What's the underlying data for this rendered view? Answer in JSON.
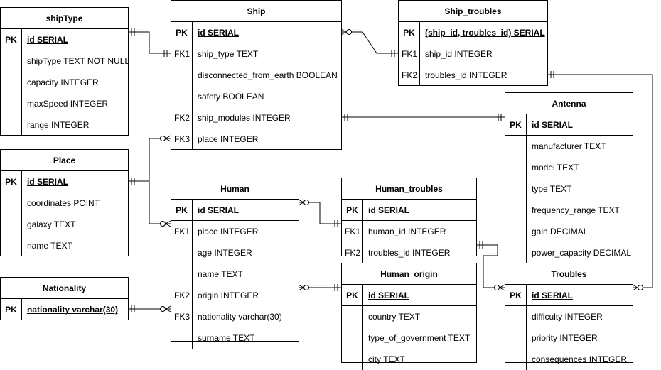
{
  "diagram": {
    "entities": {
      "shiptype": {
        "name": "shipType",
        "rows": [
          {
            "key": "PK",
            "attr": "id SERIAL",
            "pk": true
          },
          {
            "key": "",
            "attr": "shipType TEXT NOT NULL"
          },
          {
            "key": "",
            "attr": "capacity INTEGER"
          },
          {
            "key": "",
            "attr": "maxSpeed INTEGER"
          },
          {
            "key": "",
            "attr": "range INTEGER"
          }
        ]
      },
      "ship": {
        "name": "Ship",
        "rows": [
          {
            "key": "PK",
            "attr": "id SERIAL",
            "pk": true
          },
          {
            "key": "FK1",
            "attr": "ship_type TEXT"
          },
          {
            "key": "",
            "attr": "disconnected_from_earth BOOLEAN"
          },
          {
            "key": "",
            "attr": "safety BOOLEAN"
          },
          {
            "key": "FK2",
            "attr": "ship_modules INTEGER"
          },
          {
            "key": "FK3",
            "attr": "place INTEGER"
          }
        ]
      },
      "ship-troubles": {
        "name": "Ship_troubles",
        "rows": [
          {
            "key": "PK",
            "attr": "(ship_id, troubles_id) SERIAL",
            "pk": true
          },
          {
            "key": "FK1",
            "attr": "ship_id INTEGER"
          },
          {
            "key": "FK2",
            "attr": "troubles_id INTEGER"
          }
        ]
      },
      "antenna": {
        "name": "Antenna",
        "rows": [
          {
            "key": "PK",
            "attr": "id SERIAL",
            "pk": true
          },
          {
            "key": "",
            "attr": "manufacturer TEXT"
          },
          {
            "key": "",
            "attr": "model TEXT"
          },
          {
            "key": "",
            "attr": "type TEXT"
          },
          {
            "key": "",
            "attr": "frequency_range TEXT"
          },
          {
            "key": "",
            "attr": "gain DECIMAL"
          },
          {
            "key": "",
            "attr": "power_capacity DECIMAL"
          }
        ]
      },
      "place": {
        "name": "Place",
        "rows": [
          {
            "key": "PK",
            "attr": "id SERIAL",
            "pk": true
          },
          {
            "key": "",
            "attr": "coordinates POINT"
          },
          {
            "key": "",
            "attr": "galaxy TEXT"
          },
          {
            "key": "",
            "attr": "name TEXT"
          }
        ]
      },
      "human": {
        "name": "Human",
        "rows": [
          {
            "key": "PK",
            "attr": "id SERIAL",
            "pk": true
          },
          {
            "key": "FK1",
            "attr": "place INTEGER"
          },
          {
            "key": "",
            "attr": "age INTEGER"
          },
          {
            "key": "",
            "attr": "name TEXT"
          },
          {
            "key": "FK2",
            "attr": "origin INTEGER"
          },
          {
            "key": "FK3",
            "attr": "nationality varchar(30)"
          },
          {
            "key": "",
            "attr": "surname TEXT"
          }
        ]
      },
      "human-troubles": {
        "name": "Human_troubles",
        "rows": [
          {
            "key": "PK",
            "attr": "id SERIAL",
            "pk": true
          },
          {
            "key": "FK1",
            "attr": "human_id INTEGER"
          },
          {
            "key": "FK2",
            "attr": "troubles_id INTEGER"
          }
        ]
      },
      "human-origin": {
        "name": "Human_origin",
        "rows": [
          {
            "key": "PK",
            "attr": "id SERIAL",
            "pk": true
          },
          {
            "key": "",
            "attr": "country TEXT"
          },
          {
            "key": "",
            "attr": "type_of_government TEXT"
          },
          {
            "key": "",
            "attr": "city TEXT"
          }
        ]
      },
      "nationality": {
        "name": "Nationality",
        "rows": [
          {
            "key": "PK",
            "attr": "nationality varchar(30)",
            "pk": true
          }
        ]
      },
      "troubles": {
        "name": "Troubles",
        "rows": [
          {
            "key": "PK",
            "attr": "id SERIAL",
            "pk": true
          },
          {
            "key": "",
            "attr": "difficulty INTEGER"
          },
          {
            "key": "",
            "attr": "priority INTEGER"
          },
          {
            "key": "",
            "attr": "consequences INTEGER"
          }
        ]
      }
    },
    "colors": {
      "stroke": "#000000",
      "background": "#ffffff"
    }
  }
}
